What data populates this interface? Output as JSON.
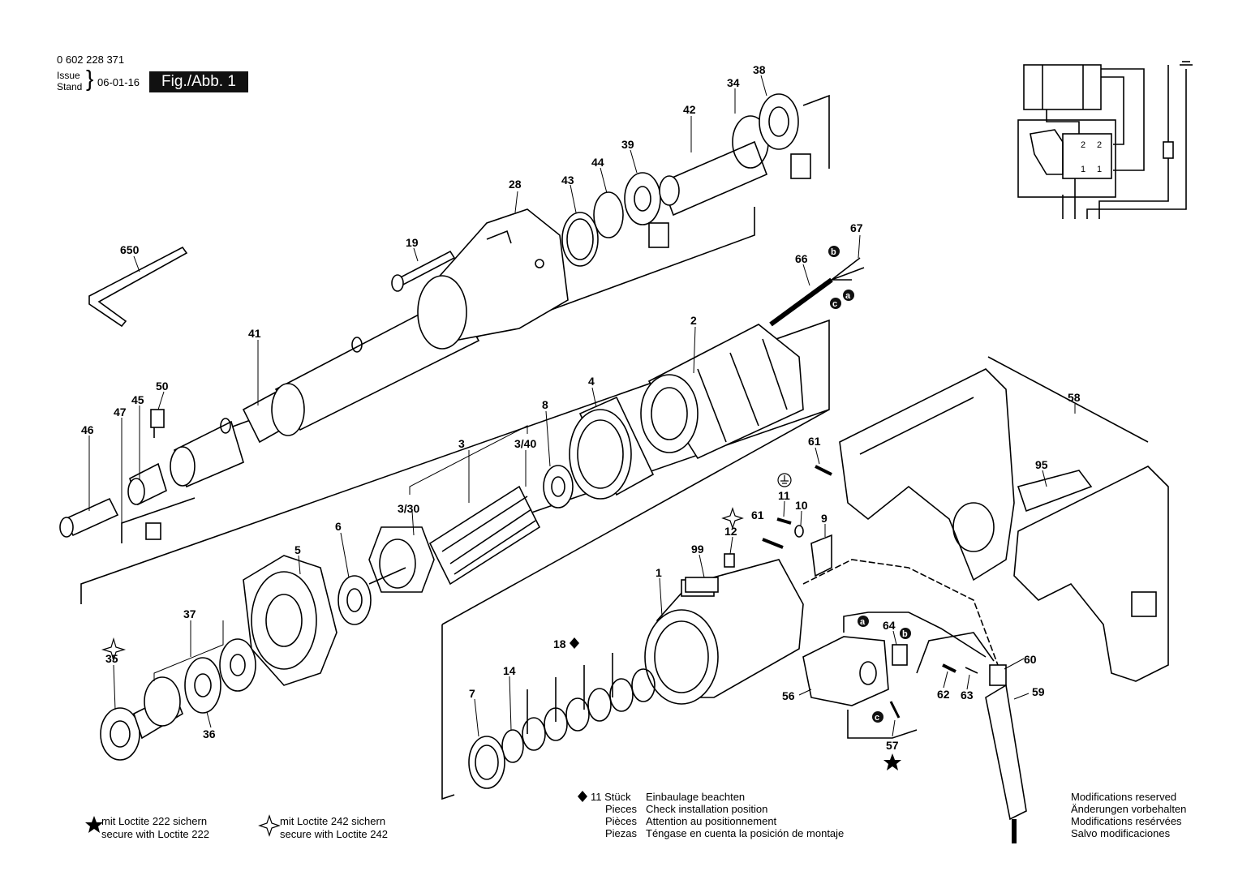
{
  "header": {
    "part_number": "0 602 228 371",
    "issue_label": "Issue",
    "stand_label": "Stand",
    "date": "06-01-16",
    "figure": "Fig./Abb. 1"
  },
  "parts": {
    "p650": "650",
    "p19": "19",
    "p28": "28",
    "p43": "43",
    "p44": "44",
    "p39": "39",
    "p42": "42",
    "p34": "34",
    "p38": "38",
    "p67": "67",
    "p66": "66",
    "p41": "41",
    "p50": "50",
    "p45": "45",
    "p47": "47",
    "p46": "46",
    "p3": "3",
    "p3_40": "3/40",
    "p3_30": "3/30",
    "p8": "8",
    "p4": "4",
    "p2": "2",
    "p58": "58",
    "p95": "95",
    "p61a": "61",
    "p61b": "61",
    "p11": "11",
    "p10": "10",
    "p9": "9",
    "p12": "12",
    "p99": "99",
    "p1": "1",
    "p6": "6",
    "p5": "5",
    "p37": "37",
    "p35": "35",
    "p36": "36",
    "p18": "18",
    "p14": "14",
    "p7": "7",
    "p64": "64",
    "p60": "60",
    "p56": "56",
    "p62": "62",
    "p63": "63",
    "p59": "59",
    "p57": "57"
  },
  "wire_tags": {
    "a1": "a",
    "b1": "b",
    "c1": "c",
    "a2": "a",
    "b2": "b",
    "c2": "c"
  },
  "schematic": {
    "t2l": "2",
    "t2r": "2",
    "t1l": "1",
    "t1r": "1"
  },
  "notes": {
    "loctite222_de": "mit Loctite 222 sichern",
    "loctite222_en": "secure with Loctite 222",
    "loctite242_de": "mit Loctite 242 sichern",
    "loctite242_en": "secure with Loctite 242",
    "pieces_de": "11 Stück",
    "pieces_en": "Pieces",
    "pieces_fr": "Pièces",
    "pieces_es": "Piezas",
    "install_de": "Einbaulage beachten",
    "install_en": "Check installation position",
    "install_fr": "Attention au positionnement",
    "install_es": "Téngase en cuenta la posición de montaje",
    "mod_en": "Modifications reserved",
    "mod_de": "Änderungen vorbehalten",
    "mod_fr": "Modifications resérvées",
    "mod_es": "Salvo modificaciones"
  }
}
